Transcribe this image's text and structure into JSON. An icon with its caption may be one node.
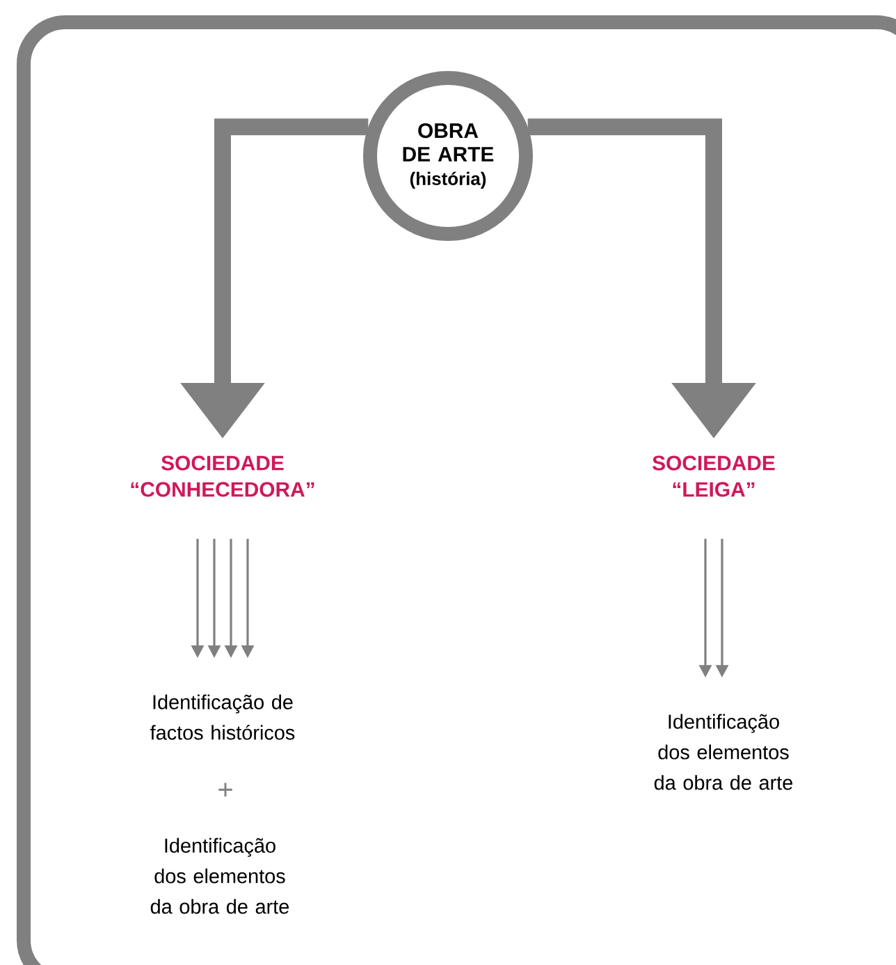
{
  "diagram": {
    "nodes": [
      {
        "text": [
          "OBRA DE ARTE",
          "(história)"
        ]
      },
      {
        "text": [
          "SOCIEDADE “CONHECEDORA”"
        ]
      },
      {
        "text": [
          "SOCIEDADE “LEIGA”"
        ]
      },
      {
        "text": [
          "Identificação de factos históricos"
        ]
      },
      {
        "text": [
          "Identificação dos elementos da obra de arte"
        ]
      },
      {
        "text": [
          "Identificação dos elementos da obra de arte"
        ]
      }
    ],
    "edges": [
      {
        "from": 0,
        "to": 1,
        "arrow": "to",
        "style": "thick"
      },
      {
        "from": 0,
        "to": 2,
        "arrow": "to",
        "style": "thick"
      },
      {
        "from": 1,
        "to": 3,
        "arrow": "to"
      },
      {
        "from": 1,
        "to": 3,
        "arrow": "to"
      },
      {
        "from": 1,
        "to": 3,
        "arrow": "to"
      },
      {
        "from": 1,
        "to": 3,
        "arrow": "to"
      },
      {
        "from": 2,
        "to": 5,
        "arrow": "to"
      },
      {
        "from": 2,
        "to": 5,
        "arrow": "to"
      }
    ],
    "labels": [
      "+"
    ]
  }
}
